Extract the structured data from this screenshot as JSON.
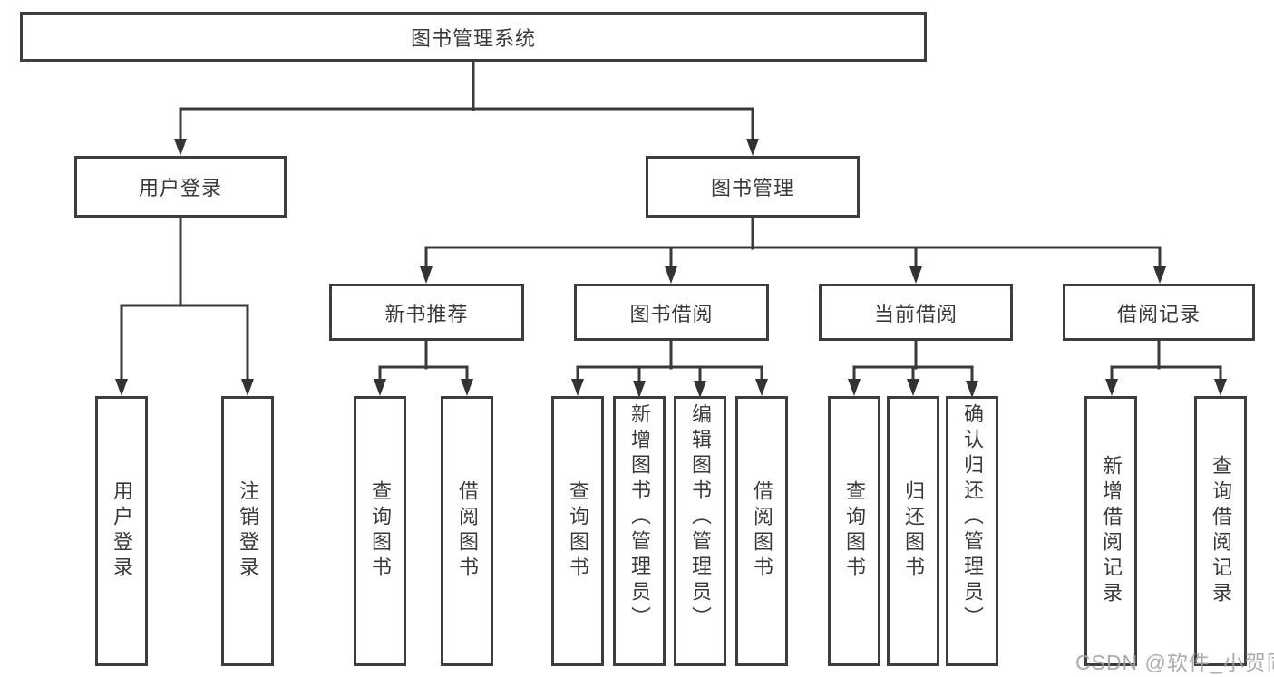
{
  "diagram_title": "图书管理系统",
  "tree": {
    "label": "图书管理系统",
    "children": [
      {
        "label": "用户登录",
        "children": [
          {
            "label": "用户登录"
          },
          {
            "label": "注销登录"
          }
        ]
      },
      {
        "label": "图书管理",
        "children": [
          {
            "label": "新书推荐",
            "children": [
              {
                "label": "查询图书"
              },
              {
                "label": "借阅图书"
              }
            ]
          },
          {
            "label": "图书借阅",
            "children": [
              {
                "label": "查询图书"
              },
              {
                "label": "新增图书（管理员）"
              },
              {
                "label": "编辑图书（管理员）"
              },
              {
                "label": "借阅图书"
              }
            ]
          },
          {
            "label": "当前借阅",
            "children": [
              {
                "label": "查询图书"
              },
              {
                "label": "归还图书"
              },
              {
                "label": "确认归还（管理员）"
              }
            ]
          },
          {
            "label": "借阅记录",
            "children": [
              {
                "label": "新增借阅记录"
              },
              {
                "label": "查询借阅记录"
              }
            ]
          }
        ]
      }
    ]
  },
  "watermark": {
    "text": "CSDN @软件_小贺同学"
  },
  "colors": {
    "line": "#3a3a3a",
    "box_border": "#3d3d3d",
    "box_background": "#ffffff",
    "text": "#3a3a3a",
    "watermark": "#a3a3a3"
  }
}
